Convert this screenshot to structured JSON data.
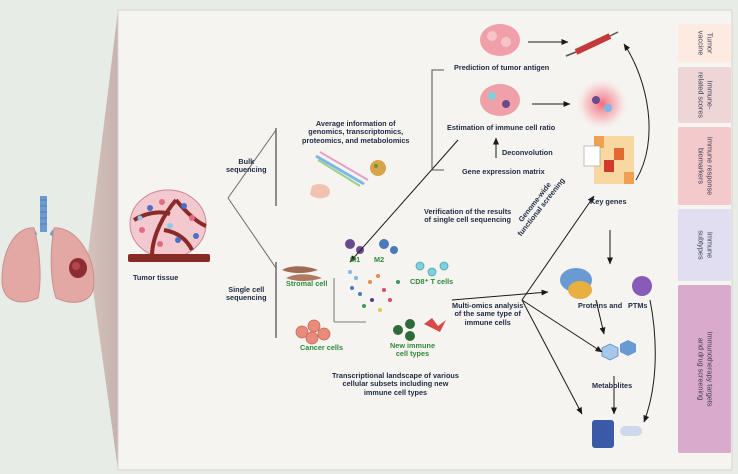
{
  "labels": {
    "tumor_tissue": "Tumor tissue",
    "bulk_sequencing": "Bulk\nsequencing",
    "single_cell_sequencing": "Single cell\nsequencing",
    "bulk_info": "Average information of\ngenomics, transcriptomics,\nproteomics, and metabolomics",
    "prediction_antigen": "Prediction of tumor antigen",
    "estimation_ratio": "Estimation of immune cell ratio",
    "deconvolution": "Deconvolution",
    "gene_expression_matrix": "Gene expression matrix",
    "verification": "Verification of the results\nof single cell sequencing",
    "key_genes": "Key genes",
    "genome_screening": "Genome-wide\nfunctional screening",
    "m1": "M1",
    "m2": "M2",
    "stromal_cell": "Stromal cell",
    "cd8_t_cells": "CD8⁺ T cells",
    "cancer_cells": "Cancer cells",
    "new_immune_cell_types": "New immune\ncell types",
    "multi_omics": "Multi-omics analysis\nof the same type of\nimmune cells",
    "proteins_and": "Proteins and",
    "ptms": "PTMs",
    "metabolites": "Metabolites",
    "transcriptional_landscape": "Transcriptional landscape of various\ncellular subsets including new\nimmune cell types"
  },
  "sidebar": [
    {
      "text": "Tumor\nvaccine",
      "color": "#fdeae0"
    },
    {
      "text": "Immune-\nrelated scores",
      "color": "#eed6d6"
    },
    {
      "text": "Immune response\nbiomarkers",
      "color": "#f3c9cc"
    },
    {
      "text": "Immune\nsubtypes",
      "color": "#e0def0"
    },
    {
      "text": "Immunotherapy targets\nand drug screening",
      "color": "#d9aacb"
    }
  ],
  "colors": {
    "background": "#e7ece6",
    "panel": "#f5f4f0",
    "text": "#1f2a44",
    "green_label": "#2f8a3a",
    "lung": "#e4a8a4",
    "trachea": "#6d9bd1"
  }
}
